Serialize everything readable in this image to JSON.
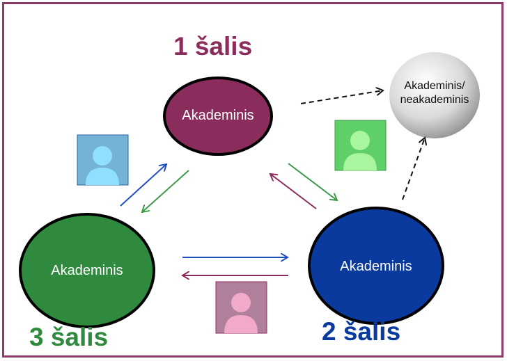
{
  "titles": {
    "country1": "1 šalis",
    "country2": "2 šalis",
    "country3": "3 šalis"
  },
  "nodes": {
    "country1": "Akademinis",
    "country2": "Akademinis",
    "country3": "Akademinis",
    "external_line1": "Akademinis/",
    "external_line2": "neakademinis"
  },
  "colors": {
    "frame": "#8b3b68",
    "country1": "#8b2d5c",
    "country2": "#0a3a9e",
    "country3": "#2f8a3e",
    "arrow_blue": "#1f4fbf",
    "arrow_green": "#3c9a47",
    "arrow_purple": "#8b2d5c"
  },
  "icons": [
    "person-icon-blue",
    "person-icon-green",
    "person-icon-pink"
  ]
}
